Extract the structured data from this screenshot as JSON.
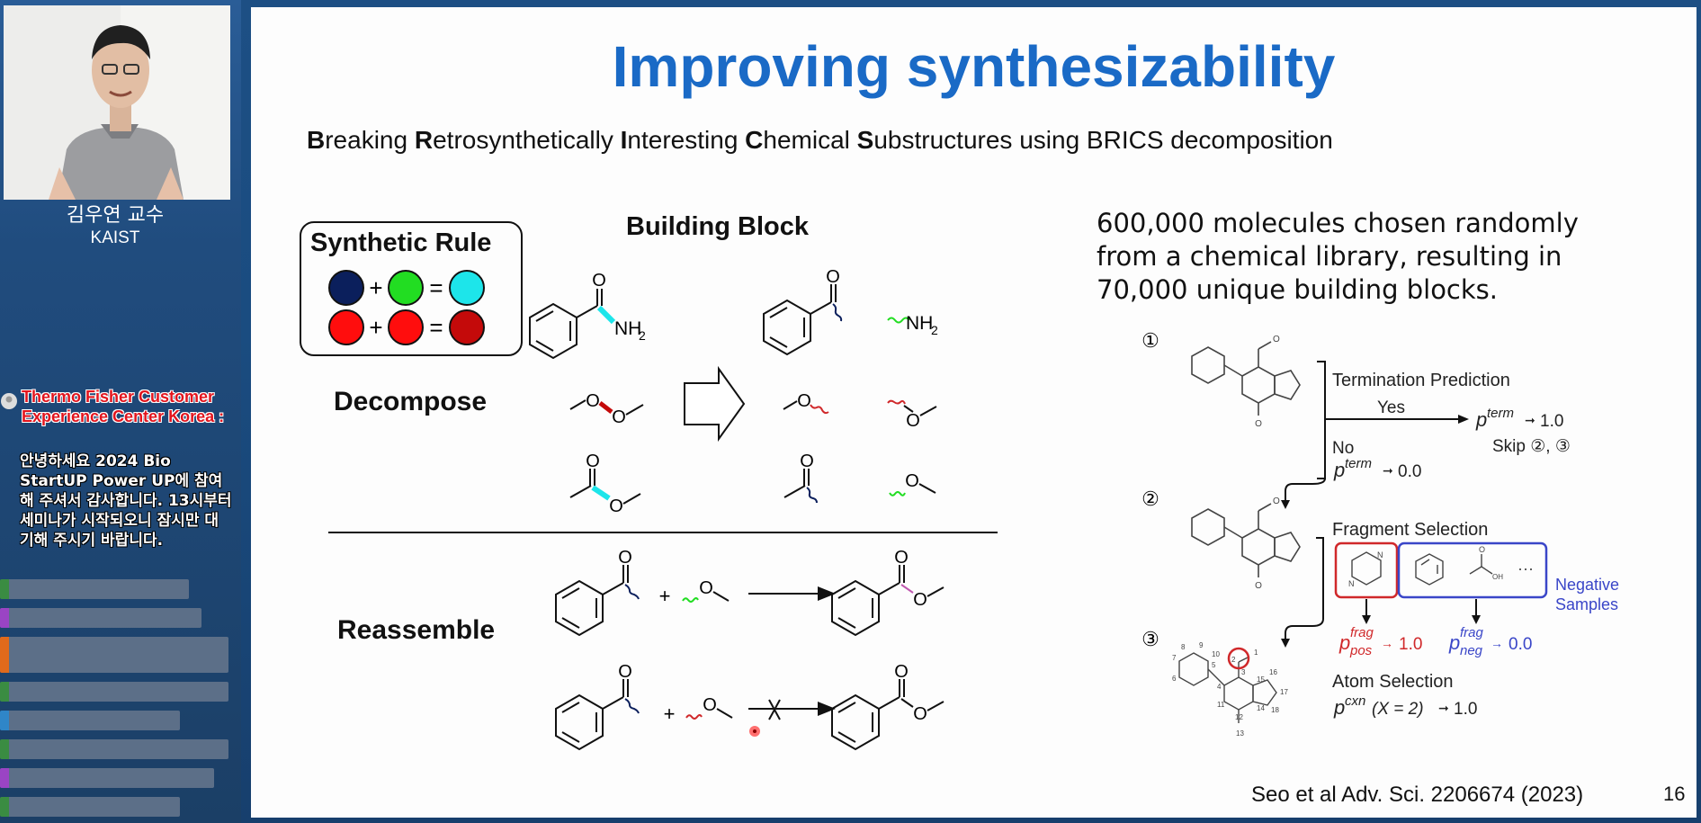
{
  "presenter": {
    "name": "김우연 교수",
    "affiliation": "KAIST"
  },
  "chat": {
    "sender": "Thermo Fisher Customer Experience Center Korea :",
    "message": "안녕하세요 2024 Bio StartUP Power UP에 참여해 주셔서 감사합니다. 13시부터 세미나가 시작되오니 잠시만 대기해 주시기 바랍니다."
  },
  "slide": {
    "title": "Improving synthesizability",
    "subtitle_initials": [
      "B",
      "R",
      "I",
      "C",
      "S"
    ],
    "subtitle_rest": [
      "reaking ",
      "etrosynthetically ",
      "nteresting ",
      "hemical ",
      "ubstructures using BRICS decomposition"
    ],
    "synthetic_rule_label": "Synthetic Rule",
    "building_block_label": "Building Block",
    "decompose_label": "Decompose",
    "reassemble_label": "Reassemble",
    "plus": "+",
    "equals": "=",
    "atom_O": "O",
    "nh2": "NH",
    "nh2_sub": "2",
    "description": "600,000 molecules chosen randomly from a chemical library, resulting in 70,000 unique building blocks.",
    "citation": "Seo et al Adv. Sci. 2206674 (2023)",
    "page_number": "16",
    "rule_colors": {
      "navy": "#0b1f5c",
      "green": "#22dd22",
      "cyan": "#1de5ea",
      "red": "#ff0d0d",
      "dark_red": "#c40a0a"
    }
  },
  "process": {
    "step_labels": [
      "①",
      "②",
      "③"
    ],
    "termination_prediction": "Termination Prediction",
    "yes": "Yes",
    "no": "No",
    "p_term": "p",
    "term_sup": "term",
    "yes_value": "1.0",
    "no_value": "0.0",
    "skip": "Skip ②, ③",
    "fragment_selection": "Fragment Selection",
    "negative_samples_line1": "Negative",
    "negative_samples_line2": "Samples",
    "p_frag": "p",
    "frag_sup": "frag",
    "pos_sub": "pos",
    "neg_sub": "neg",
    "pos_value": "1.0",
    "neg_value": "0.0",
    "atom_selection": "Atom Selection",
    "p_cxn": "p",
    "cxn_sup": "cxn",
    "cxn_expr": "(X = 2)",
    "cxn_value": "1.0",
    "ellipsis": "···",
    "atom_numbers": [
      "1",
      "2",
      "3",
      "4",
      "5",
      "6",
      "7",
      "8",
      "9",
      "10",
      "11",
      "12",
      "13",
      "14",
      "15",
      "16",
      "17",
      "18"
    ],
    "small_atoms": [
      "O",
      "N",
      "OH",
      "N"
    ],
    "colors": {
      "positive": "#d0282a",
      "negative": "#3a46c8"
    }
  }
}
